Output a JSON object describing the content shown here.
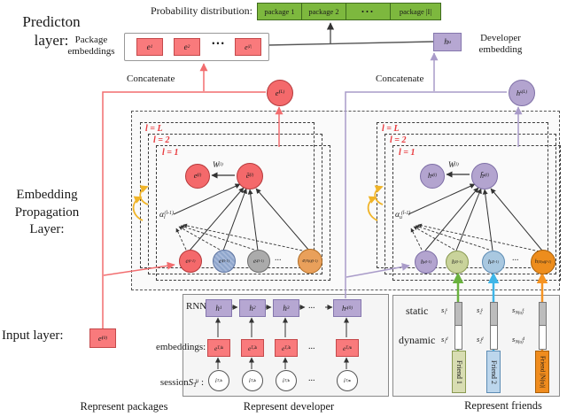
{
  "colors": {
    "package_red": "#f97a7c",
    "developer_purple": "#b6a7d2",
    "probability_green": "#7db83e",
    "friend1_green": "#6ab23e",
    "friend2_blue": "#3fb6e8",
    "friend3_orange": "#f59322",
    "iteration_yellow": "#f0b428",
    "label_red": "#e8393d"
  },
  "prediction": {
    "layer_label_1": "Predicton",
    "layer_label_2": "layer:",
    "probability_label": "Probability distribution:",
    "prob_cells": [
      "package 1",
      "package 2",
      "•••",
      "package |I|"
    ],
    "package_label_1": "Package",
    "package_label_2": "embeddings",
    "package_cells": [
      {
        "base": "e",
        "sub": "1"
      },
      {
        "base": "e",
        "sub": "2"
      },
      {
        "base": "•••"
      },
      {
        "base": "e",
        "sub": "|I|"
      }
    ],
    "developer_label_1": "Developer",
    "developer_label_2": "embedding",
    "h_u": {
      "base": "h",
      "sub": "u"
    },
    "concatenate_left": "Concatenate",
    "concatenate_right": "Concatenate",
    "e_i_L": {
      "base": "e",
      "sub": "i",
      "sup": "(L)"
    },
    "h_u_L": {
      "base": "h",
      "sub": "u",
      "sup": "(L)"
    }
  },
  "propagation": {
    "layer_label_1": "Embedding",
    "layer_label_2": "Propagation",
    "layer_label_3": "Layer:",
    "left": {
      "l_labels": [
        "l = L",
        "l = 2",
        "l = 1"
      ],
      "e_l": {
        "base": "e",
        "sub": "i",
        "sup": "(l)"
      },
      "W": {
        "base": "W",
        "sup": "(l)"
      },
      "e_tilde": {
        "base": "ẽ",
        "sub": "i",
        "sup": "(l)"
      },
      "alpha": {
        "base": "α",
        "sub": "i",
        "sup": "(l-1)"
      },
      "nodes": [
        {
          "base": "e",
          "sub": "i",
          "sup": "(l-1)"
        },
        {
          "base": "e",
          "sub": "1",
          "sup": "(l-1)"
        },
        {
          "base": "e",
          "sub": "2",
          "sup": "(l-1)"
        },
        {
          "base": "..."
        },
        {
          "base": "e",
          "sub": "|N(i)|",
          "sup": "(l-1)"
        }
      ]
    },
    "right": {
      "l_labels": [
        "l = L",
        "l = 2",
        "l = 1"
      ],
      "h_l": {
        "base": "h",
        "sub": "u",
        "sup": "(l)"
      },
      "W": {
        "base": "W",
        "sup": "(l)"
      },
      "h_tilde": {
        "base": "h̃",
        "sub": "u",
        "sup": "(l)"
      },
      "alpha": {
        "base": "α",
        "sub": "u",
        "sup": "(l-1)"
      },
      "nodes": [
        {
          "base": "h",
          "sub": "u",
          "sup": "(l-1)"
        },
        {
          "base": "h",
          "sub": "1",
          "sup": "(l-1)"
        },
        {
          "base": "h",
          "sub": "2",
          "sup": "(l-1)"
        },
        {
          "base": "..."
        },
        {
          "base": "h",
          "sub": "|N(u)|",
          "sup": "(l-1)"
        }
      ]
    }
  },
  "input": {
    "layer_label": "Input layer:",
    "e_i_0": {
      "base": "e",
      "sub": "i",
      "sup": "(0)"
    },
    "developer": {
      "rnn_label": "RNN:",
      "rnn_cells": [
        {
          "base": "h",
          "sub": "1"
        },
        {
          "base": "h",
          "sub": "2"
        },
        {
          "base": "h",
          "sub": "3"
        },
        {
          "base": "..."
        },
        {
          "base": "h",
          "sub": "u",
          "sup": "(0)"
        }
      ],
      "embeddings_label": "embeddings:",
      "embedding_cells": [
        {
          "base": "e",
          "sub": "T,1",
          "sup": "u"
        },
        {
          "base": "e",
          "sub": "T,2",
          "sup": "u"
        },
        {
          "base": "e",
          "sub": "T,3",
          "sup": "u"
        },
        {
          "base": "..."
        },
        {
          "base": "e",
          "sub": "T,n",
          "sup": "u"
        }
      ],
      "session_word": "session",
      "session_var": {
        "base": "S",
        "sub": "T",
        "sup": "u"
      },
      "session_colon": " :",
      "session_cells": [
        {
          "base": "i",
          "sub": "T,1",
          "sup": "u"
        },
        {
          "base": "i",
          "sub": "T,2",
          "sup": "u"
        },
        {
          "base": "i",
          "sub": "T,3",
          "sup": "u"
        },
        {
          "base": "..."
        },
        {
          "base": "i",
          "sub": "T,n",
          "sup": "u"
        }
      ]
    },
    "friends": {
      "static_label": "static",
      "dynamic_label": "dynamic",
      "static_vars": [
        {
          "base": "s",
          "sub": "1",
          "sup": "s"
        },
        {
          "base": "s",
          "sub": "2",
          "sup": "s"
        },
        {
          "base": "s",
          "sub": "N(u)",
          "sup": "s"
        }
      ],
      "dynamic_vars": [
        {
          "base": "s",
          "sub": "1",
          "sup": "d"
        },
        {
          "base": "s",
          "sub": "2",
          "sup": "d"
        },
        {
          "base": "s",
          "sub": "N(u)",
          "sup": "d"
        }
      ],
      "friend_boxes": [
        "Friend 1",
        "Friend 2",
        "Friend |N(u)|"
      ]
    }
  },
  "captions": {
    "packages": "Represent packages",
    "developer": "Represent developer",
    "friends": "Represent friends"
  }
}
